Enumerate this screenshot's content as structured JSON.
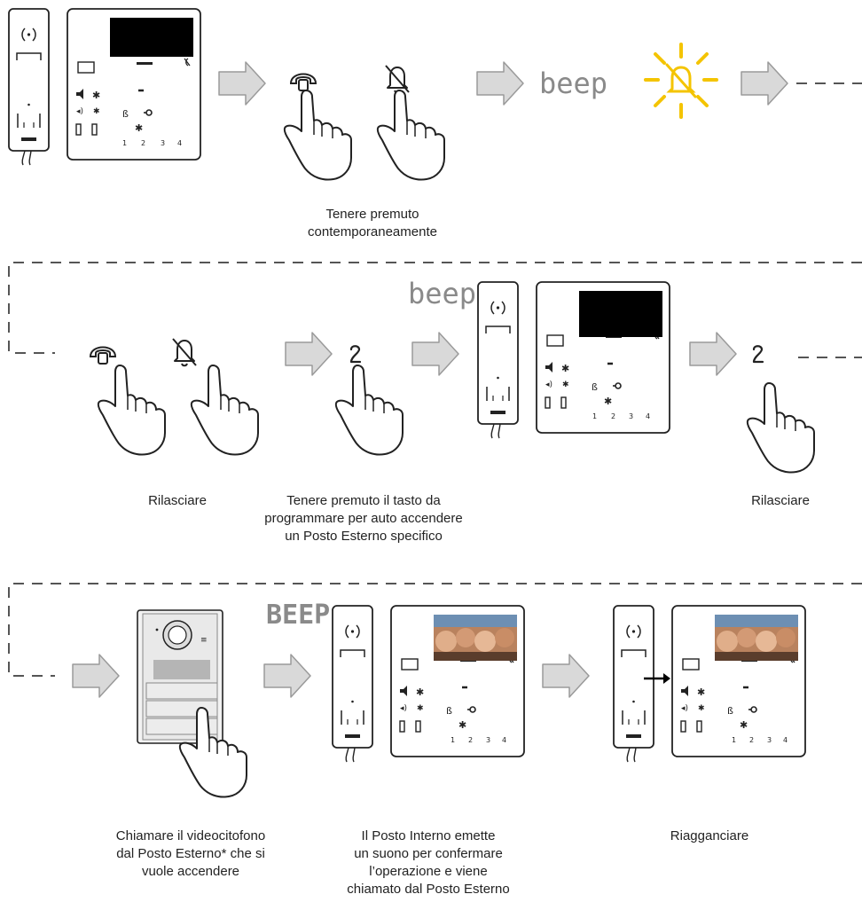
{
  "sounds": {
    "beep_1": "beep",
    "beep_2": "beep",
    "beep_3": "BEEP"
  },
  "monitor": {
    "keys": [
      "1",
      "2",
      "3",
      "4"
    ],
    "key_two": "2"
  },
  "captions": {
    "hold_together": [
      "Tenere premuto",
      "contemporaneamente"
    ],
    "release_1": [
      "Rilasciare"
    ],
    "hold_key": [
      "Tenere premuto il tasto da",
      "programmare per auto accendere",
      "un Posto Esterno specifico"
    ],
    "release_2": [
      "Rilasciare"
    ],
    "call_monitor": [
      "Chiamare il videocitofono",
      "dal Posto Esterno* che si",
      "vuole accendere"
    ],
    "confirm": [
      "Il Posto Interno emette",
      "un suono per confermare",
      "l’operazione e viene",
      "chiamato dal Posto Esterno"
    ],
    "hang_up": [
      "Riagganciare"
    ]
  },
  "colors": {
    "arrow_fill": "#d9d9d9",
    "arrow_stroke": "#9a9a9a",
    "led_yellow": "#f4c400",
    "outline": "#222222",
    "dashed_line": "#555555",
    "screen_off": "#000000"
  },
  "icons": [
    "handset-icon",
    "mute-bell-icon",
    "key-two-icon",
    "pointing-hand-icon",
    "lock-icon",
    "gear-icon"
  ]
}
